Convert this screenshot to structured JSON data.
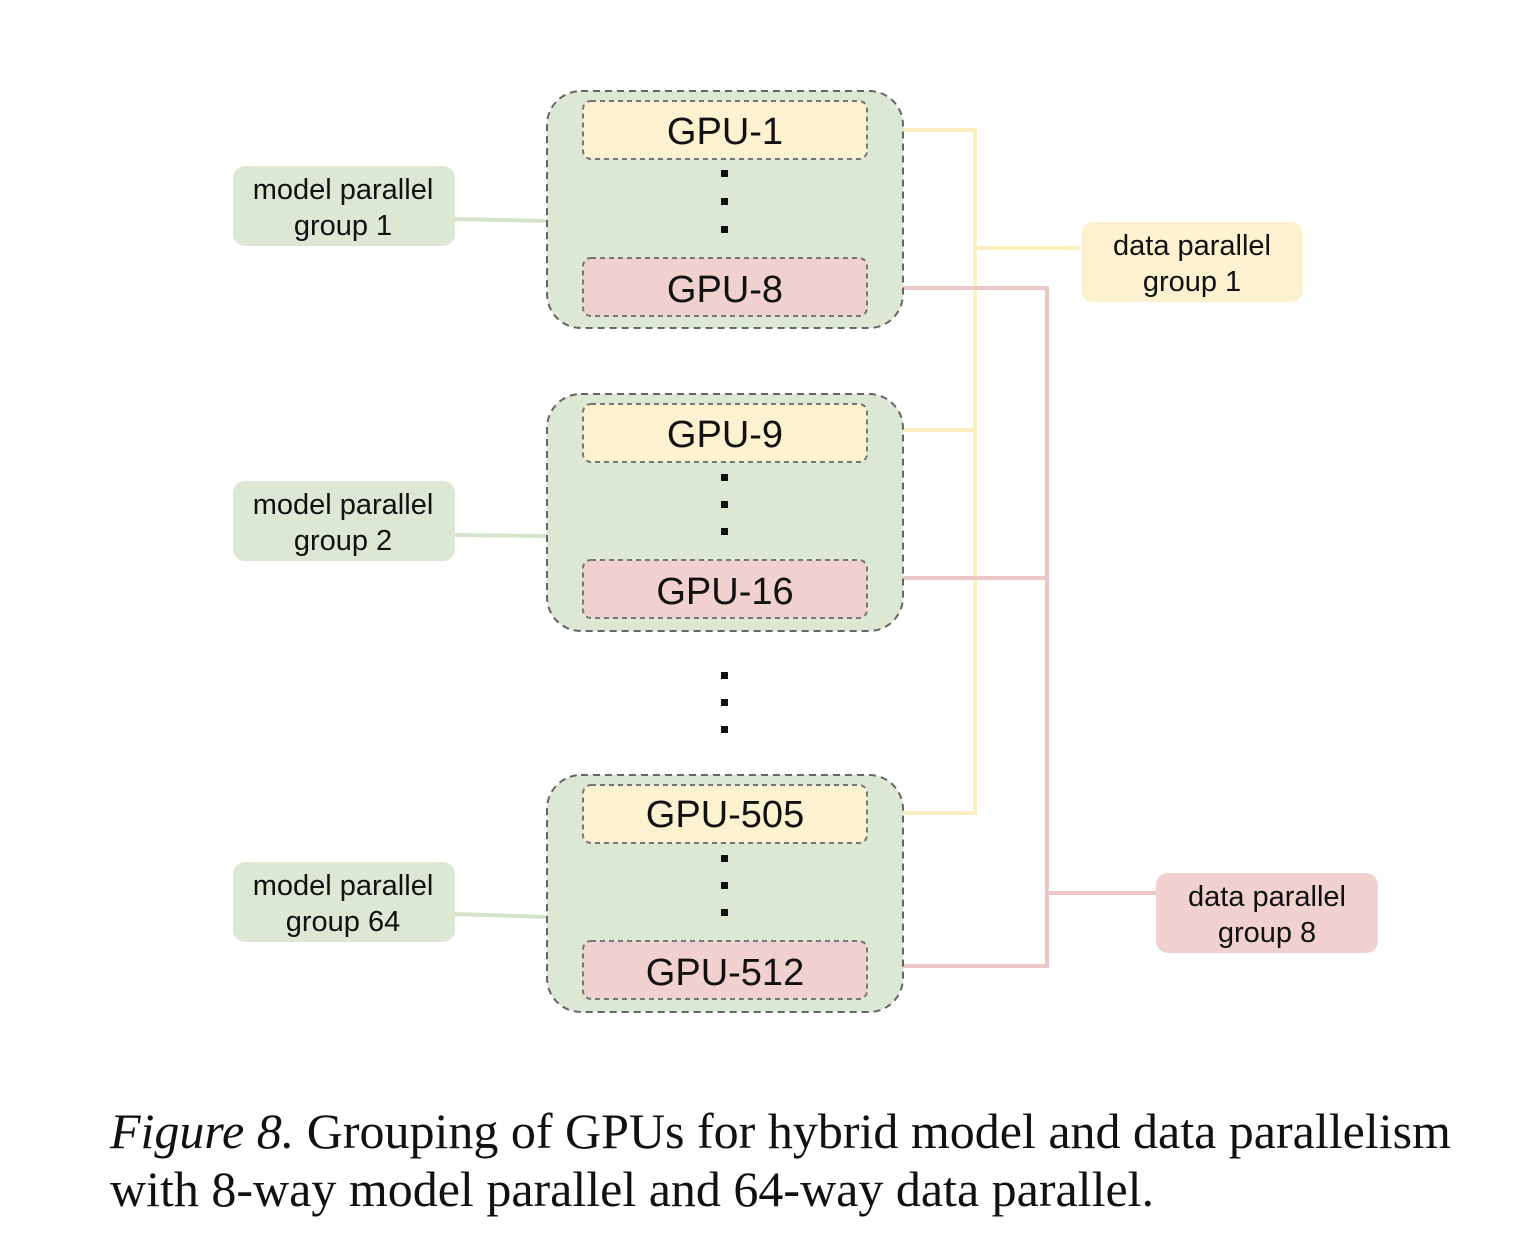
{
  "colors": {
    "group_fill": "#dce7d4",
    "group_border": "#666666",
    "gpu_first_fill": "#fdf2d0",
    "gpu_last_fill": "#f0d1d0",
    "dp1_line": "#fbeec0",
    "dp8_line": "#ebc8c6",
    "mp_line": "#d5e4cd",
    "mp_label_fill": "#dce7d4",
    "dp1_label_fill": "#fdf2d0",
    "dp8_label_fill": "#f0d1d0"
  },
  "groups": [
    {
      "gpu_first": "GPU-1",
      "gpu_last": "GPU-8",
      "label_line1": "model parallel",
      "label_line2": "group 1"
    },
    {
      "gpu_first": "GPU-9",
      "gpu_last": "GPU-16",
      "label_line1": "model parallel",
      "label_line2": "group 2"
    },
    {
      "gpu_first": "GPU-505",
      "gpu_last": "GPU-512",
      "label_line1": "model parallel",
      "label_line2": "group 64"
    }
  ],
  "data_parallel_labels": [
    {
      "line1": "data parallel",
      "line2": "group 1"
    },
    {
      "line1": "data parallel",
      "line2": "group 8"
    }
  ],
  "caption": {
    "figure_label": "Figure 8.",
    "text": " Grouping of GPUs for hybrid model and data parallelism with 8-way model parallel and 64-way data parallel."
  }
}
